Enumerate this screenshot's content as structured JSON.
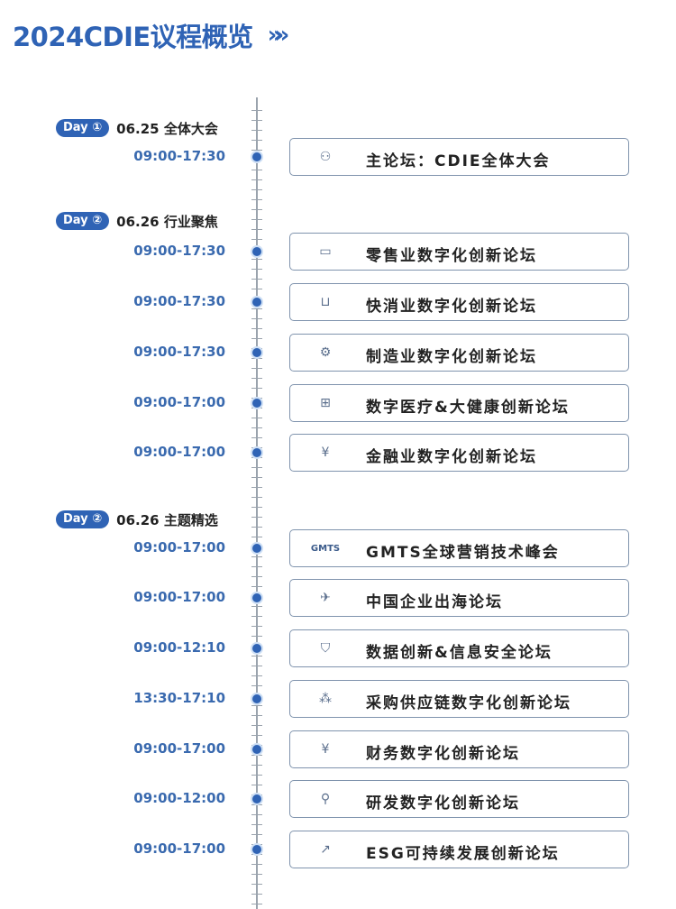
{
  "title": "2024CDIE议程概览",
  "title_chevrons": "»»",
  "days": [
    {
      "badge": "Day ①",
      "text": "06.25  全体大会"
    },
    {
      "badge": "Day ②",
      "text": "06.26  行业聚焦"
    },
    {
      "badge": "Day ②",
      "text": "06.26  主题精选"
    }
  ],
  "sessions": [
    {
      "time": "09:00-17:30",
      "icon": "people-icon",
      "glyph": "⚇",
      "title": "主论坛：CDIE全体大会"
    },
    {
      "time": "09:00-17:30",
      "icon": "store-icon",
      "glyph": "▭",
      "title": "零售业数字化创新论坛"
    },
    {
      "time": "09:00-17:30",
      "icon": "basket-icon",
      "glyph": "⊔",
      "title": "快消业数字化创新论坛"
    },
    {
      "time": "09:00-17:30",
      "icon": "gear-icon",
      "glyph": "⚙",
      "title": "制造业数字化创新论坛"
    },
    {
      "time": "09:00-17:00",
      "icon": "medical-kit-icon",
      "glyph": "⊞",
      "title": "数字医疗&大健康创新论坛"
    },
    {
      "time": "09:00-17:00",
      "icon": "yen-coin-icon",
      "glyph": "¥",
      "title": "金融业数字化创新论坛"
    },
    {
      "time": "09:00-17:00",
      "icon": "gmts-logo-icon",
      "glyph": "GMTS",
      "title": "GMTS全球营销技术峰会"
    },
    {
      "time": "09:00-17:00",
      "icon": "airplane-icon",
      "glyph": "✈",
      "title": "中国企业出海论坛"
    },
    {
      "time": "09:00-12:10",
      "icon": "shield-check-icon",
      "glyph": "⛉",
      "title": "数据创新&信息安全论坛"
    },
    {
      "time": "13:30-17:10",
      "icon": "network-icon",
      "glyph": "⁂",
      "title": "采购供应链数字化创新论坛"
    },
    {
      "time": "09:00-17:00",
      "icon": "yen-coin-icon",
      "glyph": "¥",
      "title": "财务数字化创新论坛"
    },
    {
      "time": "09:00-12:00",
      "icon": "microscope-icon",
      "glyph": "⚲",
      "title": "研发数字化创新论坛"
    },
    {
      "time": "09:00-17:00",
      "icon": "growth-chart-icon",
      "glyph": "↗",
      "title": "ESG可持续发展创新论坛"
    }
  ]
}
